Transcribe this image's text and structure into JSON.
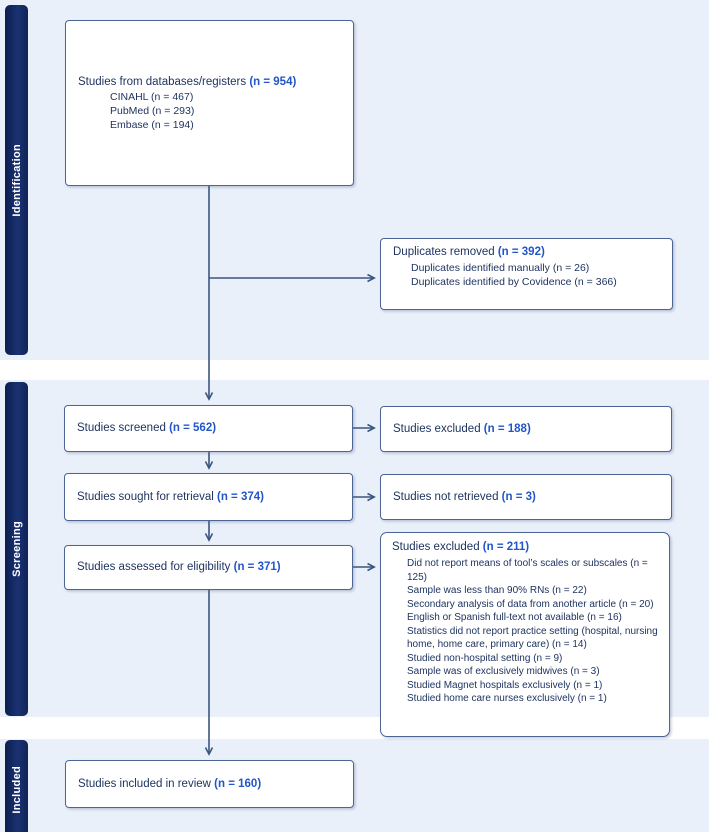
{
  "palette": {
    "stage_bar_navy": "#12275f",
    "band_light_blue": "#eaf0fa",
    "box_border": "#4d6594",
    "arrow": "#3a567f",
    "text_navy": "#1f3460",
    "count_blue": "#2156c8"
  },
  "stages": [
    {
      "label": "Identification"
    },
    {
      "label": "Screening"
    },
    {
      "label": "Included"
    }
  ],
  "boxes": {
    "databases": {
      "title": "Studies from databases/registers ",
      "count": "(n = 954)",
      "items": [
        "CINAHL (n = 467)",
        "PubMed (n = 293)",
        "Embase (n = 194)"
      ]
    },
    "duplicates": {
      "title": "Duplicates removed ",
      "count": "(n = 392)",
      "items": [
        "Duplicates identified manually (n = 26)",
        "Duplicates identified by Covidence (n = 366)"
      ]
    },
    "screened": {
      "title": "Studies screened ",
      "count": "(n = 562)"
    },
    "excluded_screened": {
      "title": "Studies excluded ",
      "count": "(n = 188)"
    },
    "sought": {
      "title": "Studies sought for retrieval ",
      "count": "(n = 374)"
    },
    "not_retrieved": {
      "title": "Studies not retrieved ",
      "count": "(n = 3)"
    },
    "assessed": {
      "title": "Studies assessed for eligibility ",
      "count": "(n = 371)"
    },
    "excluded_eligibility": {
      "title": "Studies excluded ",
      "count": "(n = 211)",
      "items": [
        "Did not report means of tool’s scales or subscales (n = 125)",
        "Sample was less than 90% RNs (n = 22)",
        "Secondary analysis of data from another article (n = 20)",
        "English or Spanish full-text not available (n = 16)",
        "Statistics did not report practice setting (hospital, nursing home, home care, primary care) (n = 14)",
        "Studied non-hospital setting (n = 9)",
        "Sample was of exclusively midwives (n = 3)",
        "Studied Magnet hospitals exclusively (n = 1)",
        "Studied home care nurses exclusively (n = 1)"
      ]
    },
    "included": {
      "title": "Studies included in review ",
      "count": "(n = 160)"
    }
  }
}
